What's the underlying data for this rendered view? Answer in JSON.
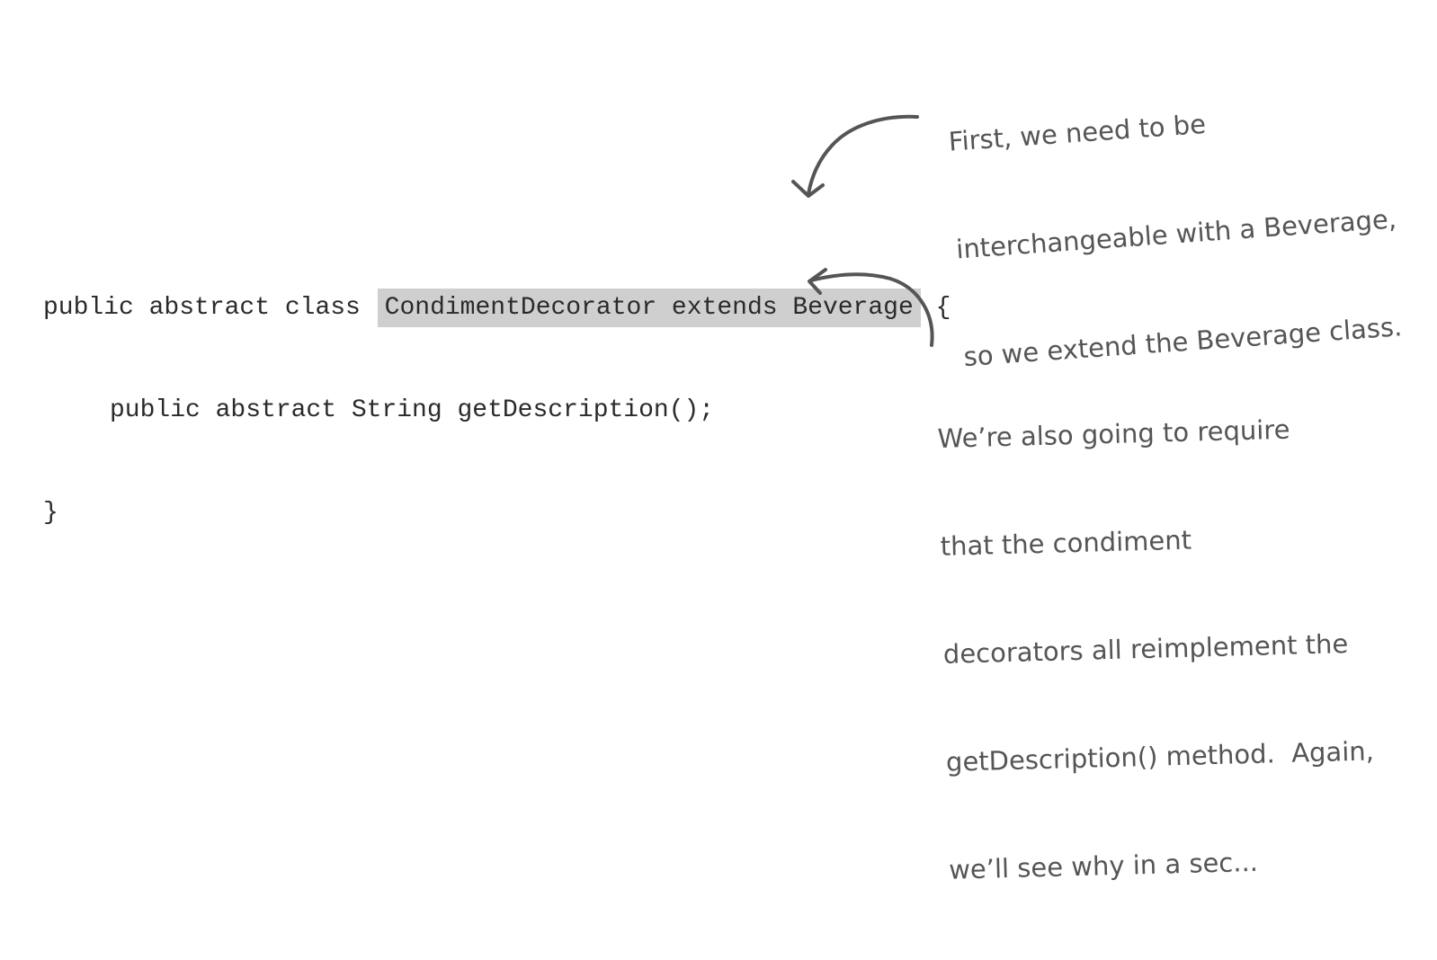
{
  "code": {
    "line1_before": "public abstract class ",
    "line1_highlight": "CondimentDecorator extends Beverage",
    "line1_after": " {",
    "line2": "public abstract String getDescription();",
    "line3": "}"
  },
  "annotations": {
    "top": {
      "lines": [
        "First, we need to be",
        "interchangeable with a Beverage,",
        "so we extend the Beverage class."
      ]
    },
    "bottom": {
      "lines": [
        "We’re also going to require",
        "that the condiment",
        "decorators all reimplement the",
        "getDescription() method.  Again,",
        "we’ll see why in a sec..."
      ]
    }
  },
  "colors": {
    "highlight": "#cfcfcf",
    "code_text": "#2a2a2a",
    "annotation_text": "#555555",
    "arrow": "#555555"
  },
  "icons": [
    "arrow-to-class-declaration-icon",
    "arrow-to-method-icon"
  ]
}
